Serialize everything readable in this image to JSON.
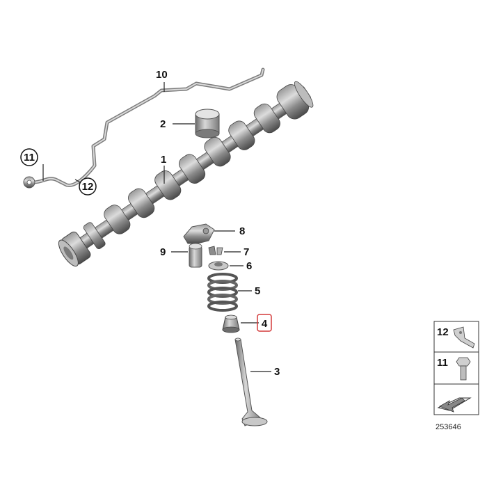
{
  "diagram": {
    "callouts": [
      {
        "id": "1",
        "label": "1"
      },
      {
        "id": "2",
        "label": "2"
      },
      {
        "id": "3",
        "label": "3"
      },
      {
        "id": "4",
        "label": "4",
        "highlighted": true
      },
      {
        "id": "5",
        "label": "5"
      },
      {
        "id": "6",
        "label": "6"
      },
      {
        "id": "7",
        "label": "7"
      },
      {
        "id": "8",
        "label": "8"
      },
      {
        "id": "9",
        "label": "9"
      },
      {
        "id": "10",
        "label": "10"
      },
      {
        "id": "11",
        "label": "11"
      },
      {
        "id": "12",
        "label": "12"
      }
    ],
    "legend": {
      "rows": [
        {
          "label": "12",
          "icon": "clip-bracket-icon"
        },
        {
          "label": "11",
          "icon": "banjo-bolt-icon"
        },
        {
          "label": "",
          "icon": "arrow-plate-icon"
        }
      ]
    },
    "diagram_number": "253646",
    "highlight_color": "#d33a3a"
  }
}
